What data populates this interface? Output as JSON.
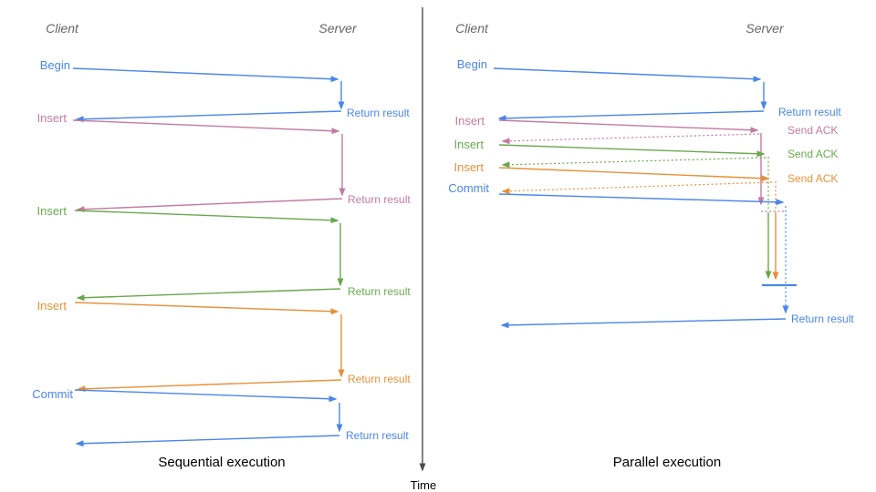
{
  "colors": {
    "blue": "#4a86e8",
    "pink": "#c27ba0",
    "green": "#6aa84f",
    "orange": "#e69138",
    "axis": "#4d4d4d",
    "header": "#666666",
    "title": "#000000"
  },
  "left_panel": {
    "title": "Sequential execution",
    "client_header": "Client",
    "server_header": "Server",
    "rows": [
      {
        "label": "Begin",
        "result": "Return result"
      },
      {
        "label": "Insert",
        "result": "Return result"
      },
      {
        "label": "Insert",
        "result": "Return result"
      },
      {
        "label": "Insert",
        "result": "Return result"
      },
      {
        "label": "Commit",
        "result": "Return result"
      }
    ]
  },
  "right_panel": {
    "title": "Parallel execution",
    "client_header": "Client",
    "server_header": "Server",
    "rows": [
      {
        "label": "Begin",
        "result": "Return result"
      },
      {
        "label": "Insert",
        "result": "Send ACK"
      },
      {
        "label": "Insert",
        "result": "Send ACK"
      },
      {
        "label": "Insert",
        "result": "Send ACK"
      },
      {
        "label": "Commit"
      }
    ],
    "final_result": "Return result"
  },
  "time_axis": {
    "label": "Time"
  }
}
